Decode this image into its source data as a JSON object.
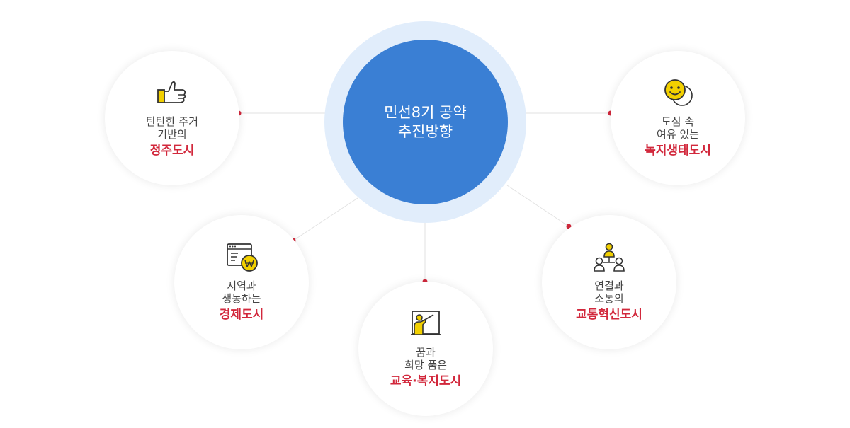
{
  "center": {
    "lines": [
      "민선8기 공약",
      "추진방향"
    ]
  },
  "nodes": [
    {
      "id": "housing",
      "icon": "thumbs-up-icon",
      "lines": [
        "탄탄한 주거",
        "기반의"
      ],
      "highlight": "정주도시"
    },
    {
      "id": "economy",
      "icon": "browser-won-coin-icon",
      "lines": [
        "지역과",
        "생동하는"
      ],
      "highlight": "경제도시"
    },
    {
      "id": "education",
      "icon": "teacher-board-icon",
      "lines": [
        "꿈과",
        "희망 품은"
      ],
      "highlight": "교육·복지도시"
    },
    {
      "id": "transport",
      "icon": "people-network-icon",
      "lines": [
        "연결과",
        "소통의"
      ],
      "highlight": "교통혁신도시"
    },
    {
      "id": "green",
      "icon": "smiley-face-icon",
      "lines": [
        "도심 속",
        "여유 있는"
      ],
      "highlight": "녹지생태도시"
    }
  ],
  "colors": {
    "center_fill": "#3a7fd4",
    "center_halo": "#e1edfb",
    "highlight_text": "#d2283c",
    "connector_dot": "#d2283c",
    "icon_accent": "#f2d000"
  }
}
